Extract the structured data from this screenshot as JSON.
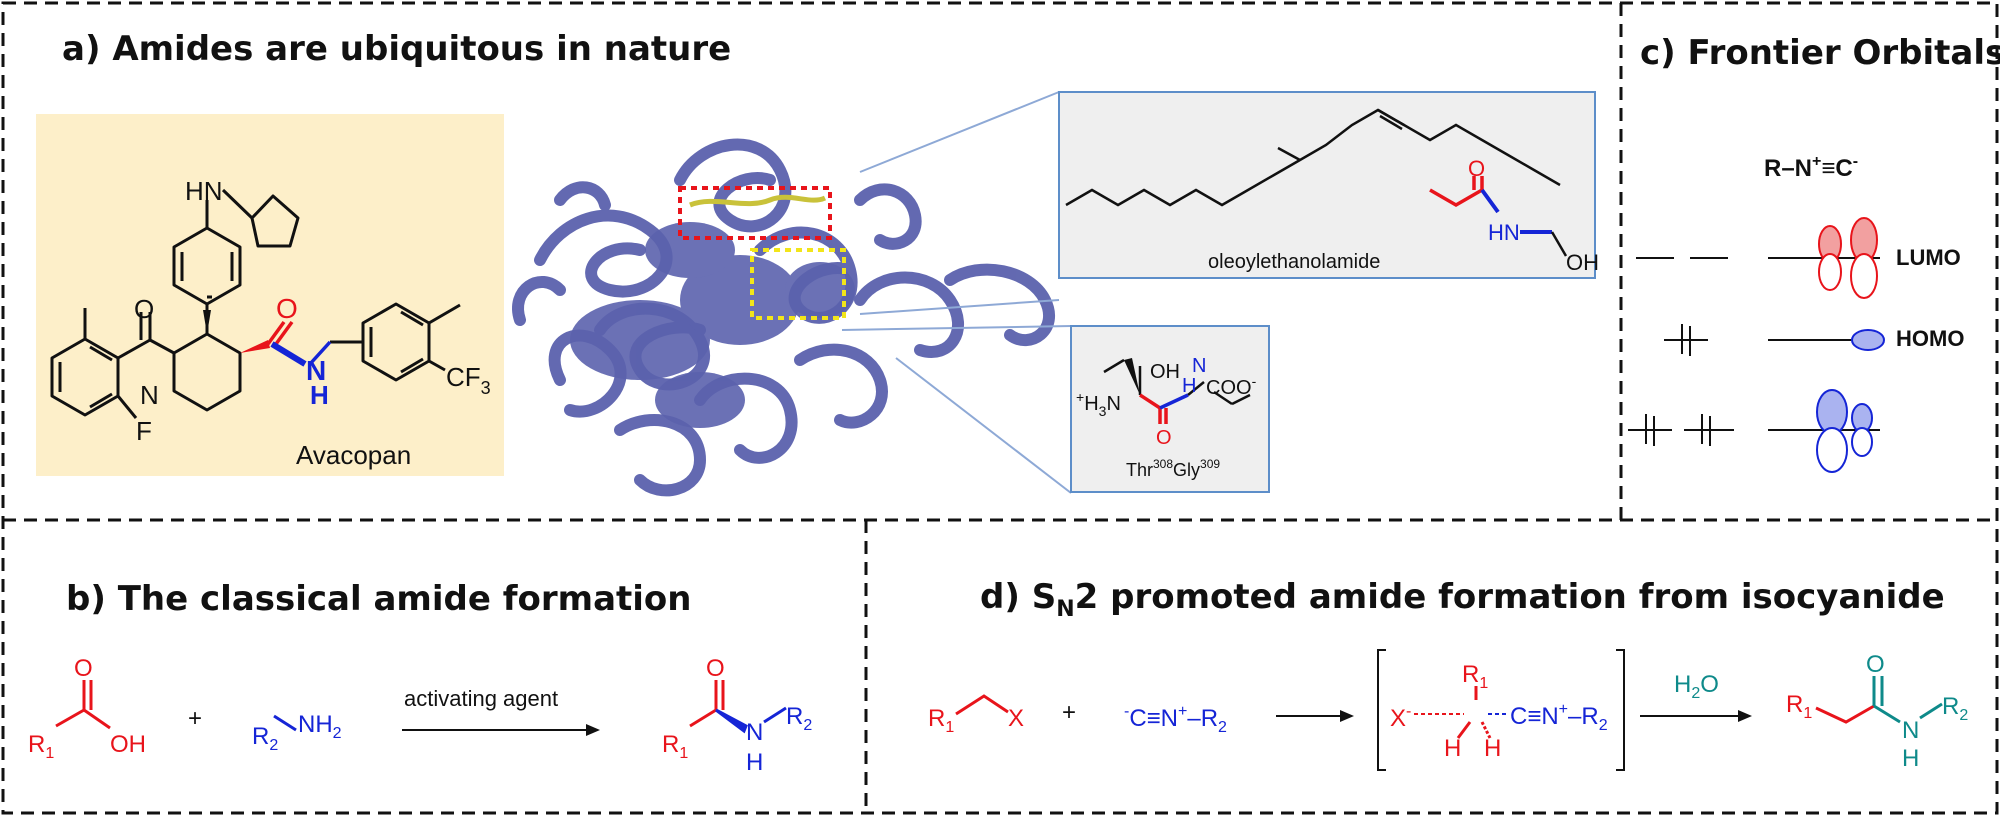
{
  "panels": {
    "a": {
      "title": "a) Amides are ubiquitous in nature",
      "drug_name": "Avacopan",
      "atoms": {
        "hn": "HN",
        "n": "N",
        "o1": "O",
        "o2": "O",
        "nh_n": "N",
        "nh_h": "H",
        "f": "F",
        "cf3": "CF",
        "cf3_sub": "3"
      },
      "oea_name": "oleoylethanolamide",
      "oea_atoms": {
        "o": "O",
        "hn": "HN",
        "oh": "OH"
      },
      "peptide_name_1": "Thr",
      "peptide_sup_1": "308",
      "peptide_name_2": "Gly",
      "peptide_sup_2": "309",
      "peptide_atoms": {
        "oh": "OH",
        "h3n": "H",
        "h3n_plus": "+",
        "h3n_sub": "3",
        "n": "N",
        "h": "H",
        "o": "O",
        "coo": "COO",
        "coo_minus": "-"
      }
    },
    "b": {
      "title": "b) The classical amide formation",
      "acid": {
        "r1": "R",
        "r1_sub": "1",
        "o": "O",
        "oh": "OH"
      },
      "plus": "+",
      "amine": {
        "r2": "R",
        "r2_sub": "2",
        "nh2": "NH",
        "nh2_sub": "2"
      },
      "arrow_label": "activating agent",
      "product": {
        "r1": "R",
        "r1_sub": "1",
        "o": "O",
        "n": "N",
        "h": "H",
        "r2": "R",
        "r2_sub": "2"
      }
    },
    "c": {
      "title": "c) Frontier Orbitals",
      "isocyanide": "R–N",
      "isocyanide_plus": "+",
      "isocyanide_triple": "≡C",
      "isocyanide_minus": "-",
      "lumo": "LUMO",
      "homo": "HOMO"
    },
    "d": {
      "title_prefix": "d) S",
      "title_sub": "N",
      "title_suffix": "2 promoted amide formation from isocyanide",
      "halide": {
        "r1": "R",
        "r1_sub": "1",
        "x": "X"
      },
      "plus": "+",
      "isocyanide": {
        "minus": "-",
        "c": "C≡N",
        "plus": "+",
        "r2": "–R",
        "r2_sub": "2"
      },
      "ts": {
        "x": "X",
        "x_minus": "-",
        "r1": "R",
        "r1_sub": "1",
        "cn": "C≡N",
        "plus": "+",
        "r2": "–R",
        "r2_sub": "2",
        "h1": "H",
        "h2": "H"
      },
      "water": "H",
      "water_sub": "2",
      "water_o": "O",
      "product": {
        "r1": "R",
        "r1_sub": "1",
        "o": "O",
        "n": "N",
        "h": "H",
        "r2": "R",
        "r2_sub": "2"
      }
    }
  },
  "colors": {
    "red": "#e8141b",
    "blue": "#1525d6",
    "teal": "#0e8a8a",
    "protein": "#5b62ad",
    "drug_bg": "#fdefc9",
    "box_bg": "#efefef",
    "box_border": "#5d8ec9"
  }
}
